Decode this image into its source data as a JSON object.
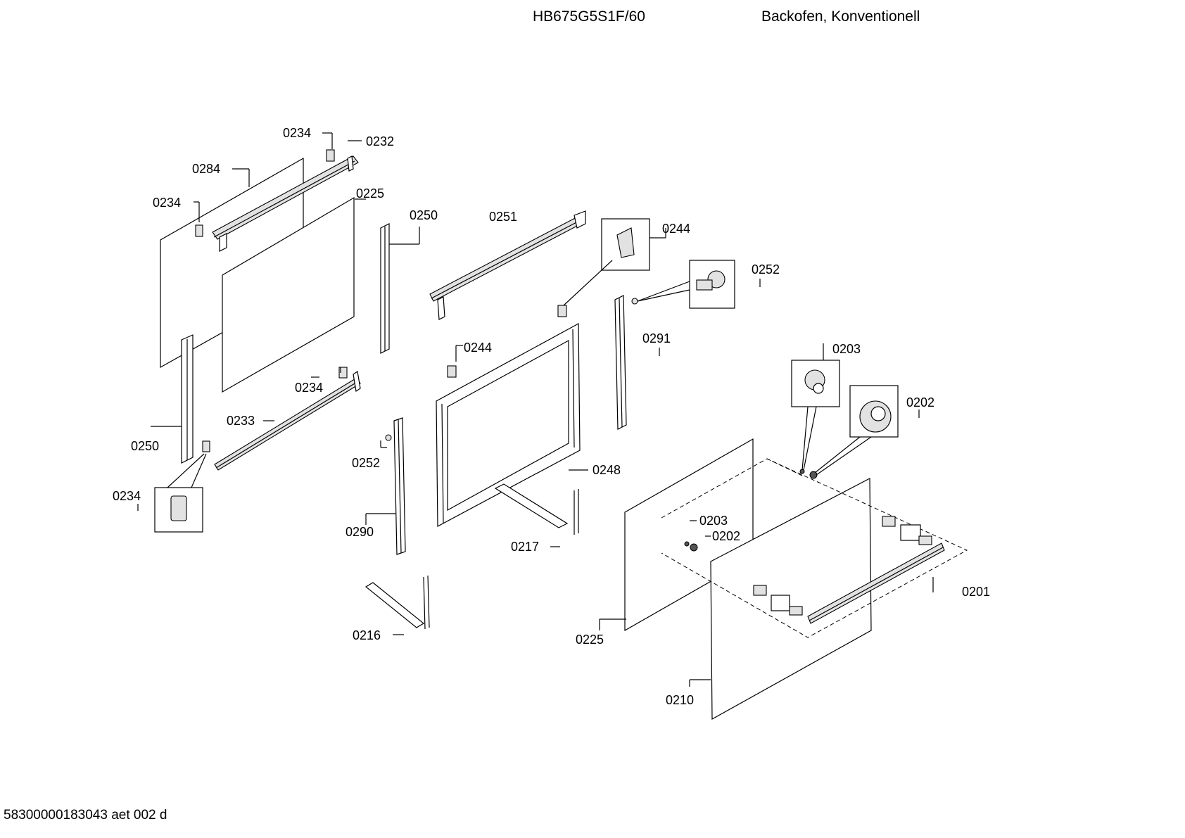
{
  "header": {
    "model": "HB675G5S1F/60",
    "description": "Backofen, Konventionell"
  },
  "footer": {
    "document_id": "58300000183043 aet 002 d"
  },
  "callouts": {
    "c0234_top": "0234",
    "c0232": "0232",
    "c0284": "0284",
    "c0225_top": "0225",
    "c0234_left": "0234",
    "c0250_right": "0250",
    "c0251": "0251",
    "c0244_top": "0244",
    "c0252_right": "0252",
    "c0244_mid": "0244",
    "c0291": "0291",
    "c0203_top": "0203",
    "c0234_mid": "0234",
    "c0202_right": "0202",
    "c0233": "0233",
    "c0250_left": "0250",
    "c0252_mid": "0252",
    "c0248": "0248",
    "c0234_bottom": "0234",
    "c0290": "0290",
    "c0217": "0217",
    "c0203_mid": "0203",
    "c0202_mid": "0202",
    "c0201": "0201",
    "c0216": "0216",
    "c0225_bottom": "0225",
    "c0210": "0210"
  }
}
